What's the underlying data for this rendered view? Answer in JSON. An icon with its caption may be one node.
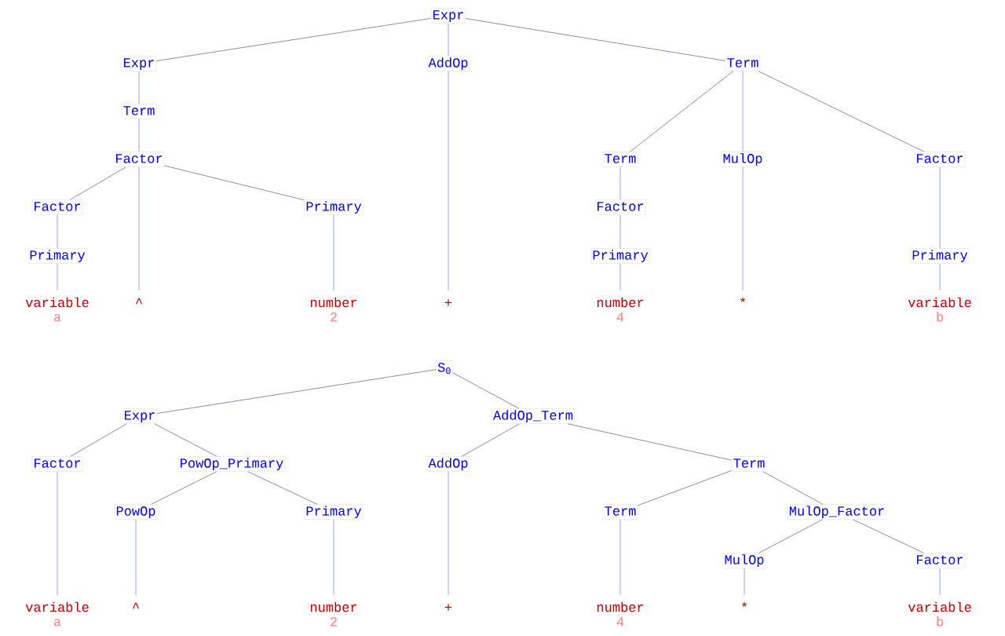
{
  "diagram": {
    "nodes": [
      {
        "text": [
          "Expr"
        ]
      },
      {
        "text": [
          "Expr"
        ]
      },
      {
        "text": [
          "AddOp"
        ]
      },
      {
        "text": [
          "Term"
        ]
      },
      {
        "text": [
          "Term"
        ]
      },
      {
        "text": [
          "Factor"
        ]
      },
      {
        "text": [
          "Term"
        ]
      },
      {
        "text": [
          "MulOp"
        ]
      },
      {
        "text": [
          "Factor"
        ]
      },
      {
        "text": [
          "Factor"
        ]
      },
      {
        "text": [
          "Primary"
        ]
      },
      {
        "text": [
          "Factor"
        ]
      },
      {
        "text": [
          "Primary"
        ]
      },
      {
        "text": [
          "Primary"
        ]
      },
      {
        "text": [
          "Primary"
        ]
      },
      {
        "text": [
          "variable"
        ],
        "beside": [
          "a"
        ]
      },
      {
        "text": [
          "^"
        ]
      },
      {
        "text": [
          "number"
        ],
        "beside": [
          "2"
        ]
      },
      {
        "text": [
          "+"
        ]
      },
      {
        "text": [
          "number"
        ],
        "beside": [
          "4"
        ]
      },
      {
        "text": [
          "*"
        ]
      },
      {
        "text": [
          "variable"
        ],
        "beside": [
          "b"
        ]
      },
      {
        "text": [
          "S$_{0}$"
        ]
      },
      {
        "text": [
          "Expr"
        ]
      },
      {
        "text": [
          "AddOp_Term"
        ]
      },
      {
        "text": [
          "Factor"
        ]
      },
      {
        "text": [
          "PowOp_Primary"
        ]
      },
      {
        "text": [
          "AddOp"
        ]
      },
      {
        "text": [
          "Term"
        ]
      },
      {
        "text": [
          "PowOp"
        ]
      },
      {
        "text": [
          "Primary"
        ]
      },
      {
        "text": [
          "Term"
        ]
      },
      {
        "text": [
          "MulOp_Factor"
        ]
      },
      {
        "text": [
          "MulOp"
        ]
      },
      {
        "text": [
          "Factor"
        ]
      },
      {
        "text": [
          "variable"
        ],
        "beside": [
          "a"
        ]
      },
      {
        "text": [
          "^"
        ]
      },
      {
        "text": [
          "number"
        ],
        "beside": [
          "2"
        ]
      },
      {
        "text": [
          "+"
        ]
      },
      {
        "text": [
          "number"
        ],
        "beside": [
          "4"
        ]
      },
      {
        "text": [
          "*"
        ]
      },
      {
        "text": [
          "variable"
        ],
        "beside": [
          "b"
        ]
      }
    ],
    "edges": [
      {
        "from": 0,
        "to": 1,
        "arrow": "none",
        "color": "#6e6e9e"
      },
      {
        "from": 0,
        "to": 2,
        "arrow": "none"
      },
      {
        "from": 0,
        "to": 3,
        "arrow": "none",
        "color": "#6e6e9e"
      },
      {
        "from": 1,
        "to": 4,
        "arrow": "none"
      },
      {
        "from": 2,
        "to": 18,
        "arrow": "none"
      },
      {
        "from": 3,
        "to": 6,
        "arrow": "none",
        "color": "#6e6e9e"
      },
      {
        "from": 3,
        "to": 7,
        "arrow": "none"
      },
      {
        "from": 3,
        "to": 8,
        "arrow": "none",
        "color": "#6e6e9e"
      },
      {
        "from": 4,
        "to": 5,
        "arrow": "none"
      },
      {
        "from": 5,
        "to": 9,
        "arrow": "none",
        "color": "#6e6e9e"
      },
      {
        "from": 5,
        "to": 16,
        "arrow": "none"
      },
      {
        "from": 5,
        "to": 10,
        "arrow": "none",
        "color": "#6e6e9e"
      },
      {
        "from": 6,
        "to": 11,
        "arrow": "none"
      },
      {
        "from": 7,
        "to": 20,
        "arrow": "none"
      },
      {
        "from": 8,
        "to": 14,
        "arrow": "none"
      },
      {
        "from": 9,
        "to": 12,
        "arrow": "none"
      },
      {
        "from": 10,
        "to": 17,
        "arrow": "none"
      },
      {
        "from": 11,
        "to": 13,
        "arrow": "none"
      },
      {
        "from": 12,
        "to": 15,
        "arrow": "none"
      },
      {
        "from": 13,
        "to": 19,
        "arrow": "none"
      },
      {
        "from": 14,
        "to": 21,
        "arrow": "none"
      },
      {
        "from": 22,
        "to": 23,
        "arrow": "none",
        "color": "#6e6e9e"
      },
      {
        "from": 22,
        "to": 24,
        "arrow": "none",
        "color": "#6e6e9e"
      },
      {
        "from": 23,
        "to": 25,
        "arrow": "none",
        "color": "#6e6e9e"
      },
      {
        "from": 23,
        "to": 26,
        "arrow": "none",
        "color": "#6e6e9e"
      },
      {
        "from": 24,
        "to": 27,
        "arrow": "none",
        "color": "#6e6e9e"
      },
      {
        "from": 24,
        "to": 28,
        "arrow": "none",
        "color": "#6e6e9e"
      },
      {
        "from": 25,
        "to": 35,
        "arrow": "none"
      },
      {
        "from": 26,
        "to": 29,
        "arrow": "none",
        "color": "#6e6e9e"
      },
      {
        "from": 26,
        "to": 30,
        "arrow": "none",
        "color": "#6e6e9e"
      },
      {
        "from": 27,
        "to": 38,
        "arrow": "none"
      },
      {
        "from": 28,
        "to": 31,
        "arrow": "none",
        "color": "#6e6e9e"
      },
      {
        "from": 28,
        "to": 32,
        "arrow": "none",
        "color": "#6e6e9e"
      },
      {
        "from": 29,
        "to": 36,
        "arrow": "none"
      },
      {
        "from": 30,
        "to": 37,
        "arrow": "none"
      },
      {
        "from": 31,
        "to": 39,
        "arrow": "none"
      },
      {
        "from": 32,
        "to": 33,
        "arrow": "none",
        "color": "#6e6e9e"
      },
      {
        "from": 32,
        "to": 34,
        "arrow": "none",
        "color": "#6e6e9e"
      },
      {
        "from": 33,
        "to": 40,
        "arrow": "none"
      },
      {
        "from": 34,
        "to": 41,
        "arrow": "none"
      }
    ]
  }
}
